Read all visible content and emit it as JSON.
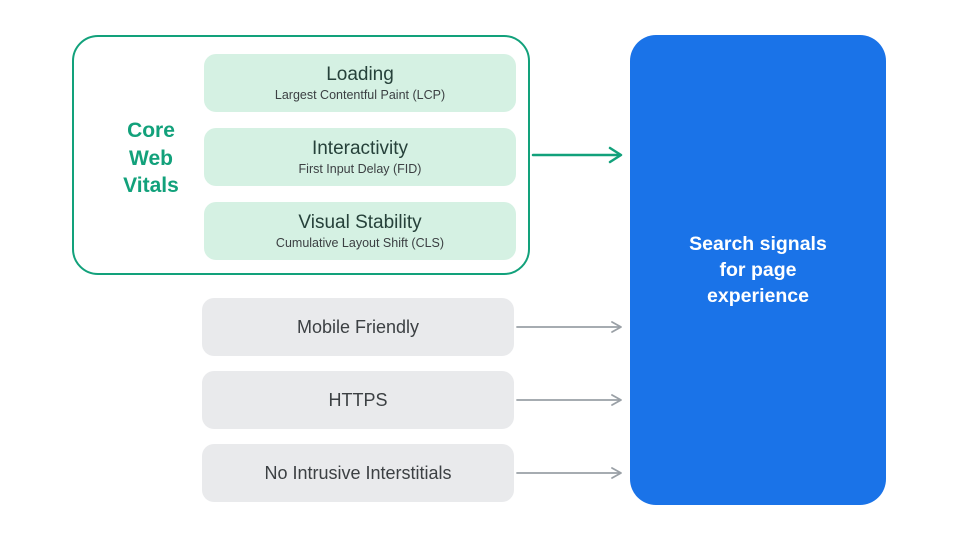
{
  "core_web_vitals": {
    "label": "Core\nWeb\nVitals",
    "items": [
      {
        "title": "Loading",
        "subtitle": "Largest Contentful Paint (LCP)"
      },
      {
        "title": "Interactivity",
        "subtitle": "First Input Delay (FID)"
      },
      {
        "title": "Visual Stability",
        "subtitle": "Cumulative Layout Shift (CLS)"
      }
    ]
  },
  "other_signals": [
    {
      "label": "Mobile Friendly"
    },
    {
      "label": "HTTPS"
    },
    {
      "label": "No Intrusive Interstitials"
    }
  ],
  "result": {
    "label": "Search signals\nfor page\nexperience"
  },
  "colors": {
    "accent_green": "#12a17b",
    "vital_fill": "#d5f1e3",
    "signal_fill": "#e9eaec",
    "result_blue": "#1a73e8",
    "text_dark": "#3c4043",
    "arrow_gray": "#9aa0a6"
  }
}
